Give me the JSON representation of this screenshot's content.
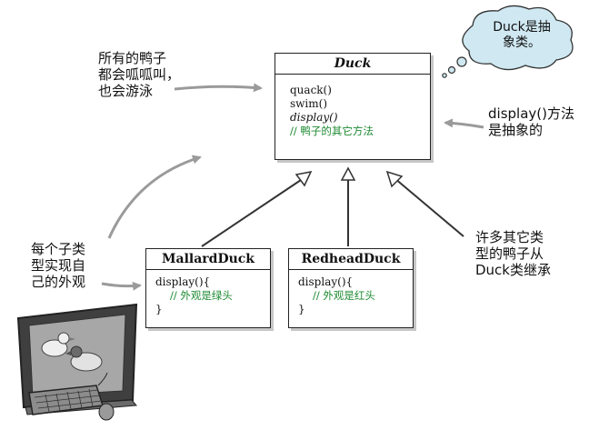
{
  "duck": {
    "name": "Duck",
    "methods": [
      "quack()",
      "swim()",
      "display()"
    ],
    "comment": "// 鸭子的其它方法"
  },
  "mallard": {
    "name": "MallardDuck",
    "code_open": "display(){",
    "comment": "// 外观是绿头",
    "code_close": "}"
  },
  "redhead": {
    "name": "RedheadDuck",
    "code_open": "display(){",
    "comment": "// 外观是红头",
    "code_close": "}"
  },
  "notes": {
    "all_ducks": [
      "所有的鸭子",
      "都会呱呱叫，",
      "也会游泳"
    ],
    "thought": [
      "Duck是抽",
      "象类。"
    ],
    "display_abstract": [
      "display()方法",
      "是抽象的"
    ],
    "subclasses_look": [
      "每个子类",
      "型实现自",
      "己的外观"
    ],
    "inherit": [
      "许多其它类",
      "型的鸭子从",
      "Duck类继承"
    ]
  },
  "colors": {
    "comment_green": "#1d8a32",
    "cloud_fill": "#cfe8f2",
    "arrow_gray": "#9a9a9a"
  }
}
